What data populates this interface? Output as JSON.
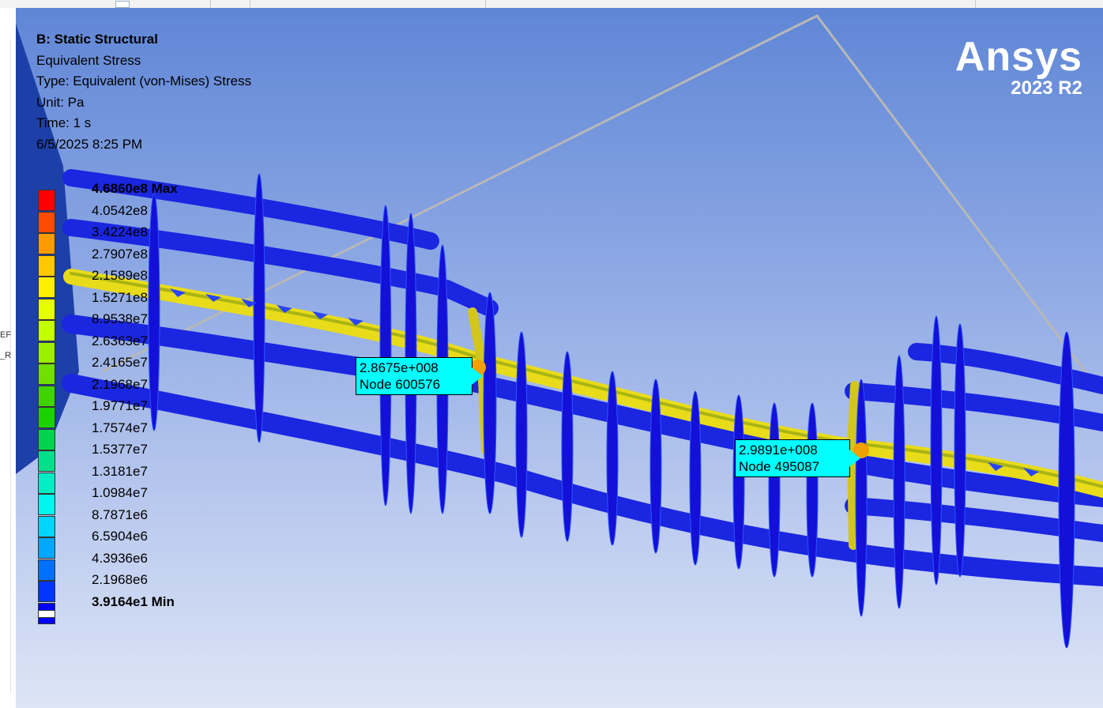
{
  "header": {
    "analysis": "B: Static Structural",
    "result": "Equivalent Stress",
    "type": "Type: Equivalent (von-Mises) Stress",
    "unit": "Unit: Pa",
    "time": "Time: 1 s",
    "date": "6/5/2025 8:25 PM"
  },
  "logo": {
    "name": "Ansys",
    "version": "2023 R2"
  },
  "legend": [
    {
      "label": "4.6860e8 Max",
      "color": "#ff0000"
    },
    {
      "label": "4.0542e8",
      "color": "#ff4a00"
    },
    {
      "label": "3.4224e8",
      "color": "#ff9a00"
    },
    {
      "label": "2.7907e8",
      "color": "#ffc800"
    },
    {
      "label": "2.1589e8",
      "color": "#ffee00"
    },
    {
      "label": "1.5271e8",
      "color": "#e6ff00"
    },
    {
      "label": "8.9538e7",
      "color": "#c4ff00"
    },
    {
      "label": "2.6363e7",
      "color": "#9bee00"
    },
    {
      "label": "2.4165e7",
      "color": "#6fe000"
    },
    {
      "label": "2.1968e7",
      "color": "#3fd400"
    },
    {
      "label": "1.9771e7",
      "color": "#1ad200"
    },
    {
      "label": "1.7574e7",
      "color": "#00d44a"
    },
    {
      "label": "1.5377e7",
      "color": "#00e08a"
    },
    {
      "label": "1.3181e7",
      "color": "#00eec4"
    },
    {
      "label": "1.0984e7",
      "color": "#00f6ee"
    },
    {
      "label": "8.7871e6",
      "color": "#00d6ff"
    },
    {
      "label": "6.5904e6",
      "color": "#00a8ff"
    },
    {
      "label": "4.3936e6",
      "color": "#0070ff"
    },
    {
      "label": "2.1968e6",
      "color": "#0034ff"
    },
    {
      "label": "3.9164e1 Min",
      "color": "#0000ff"
    }
  ],
  "probes": [
    {
      "value": "2.8675e+008",
      "node": "Node 600576"
    },
    {
      "value": "2.9891e+008",
      "node": "Node 495087"
    }
  ],
  "side_chars": [
    "EF",
    "_R"
  ]
}
